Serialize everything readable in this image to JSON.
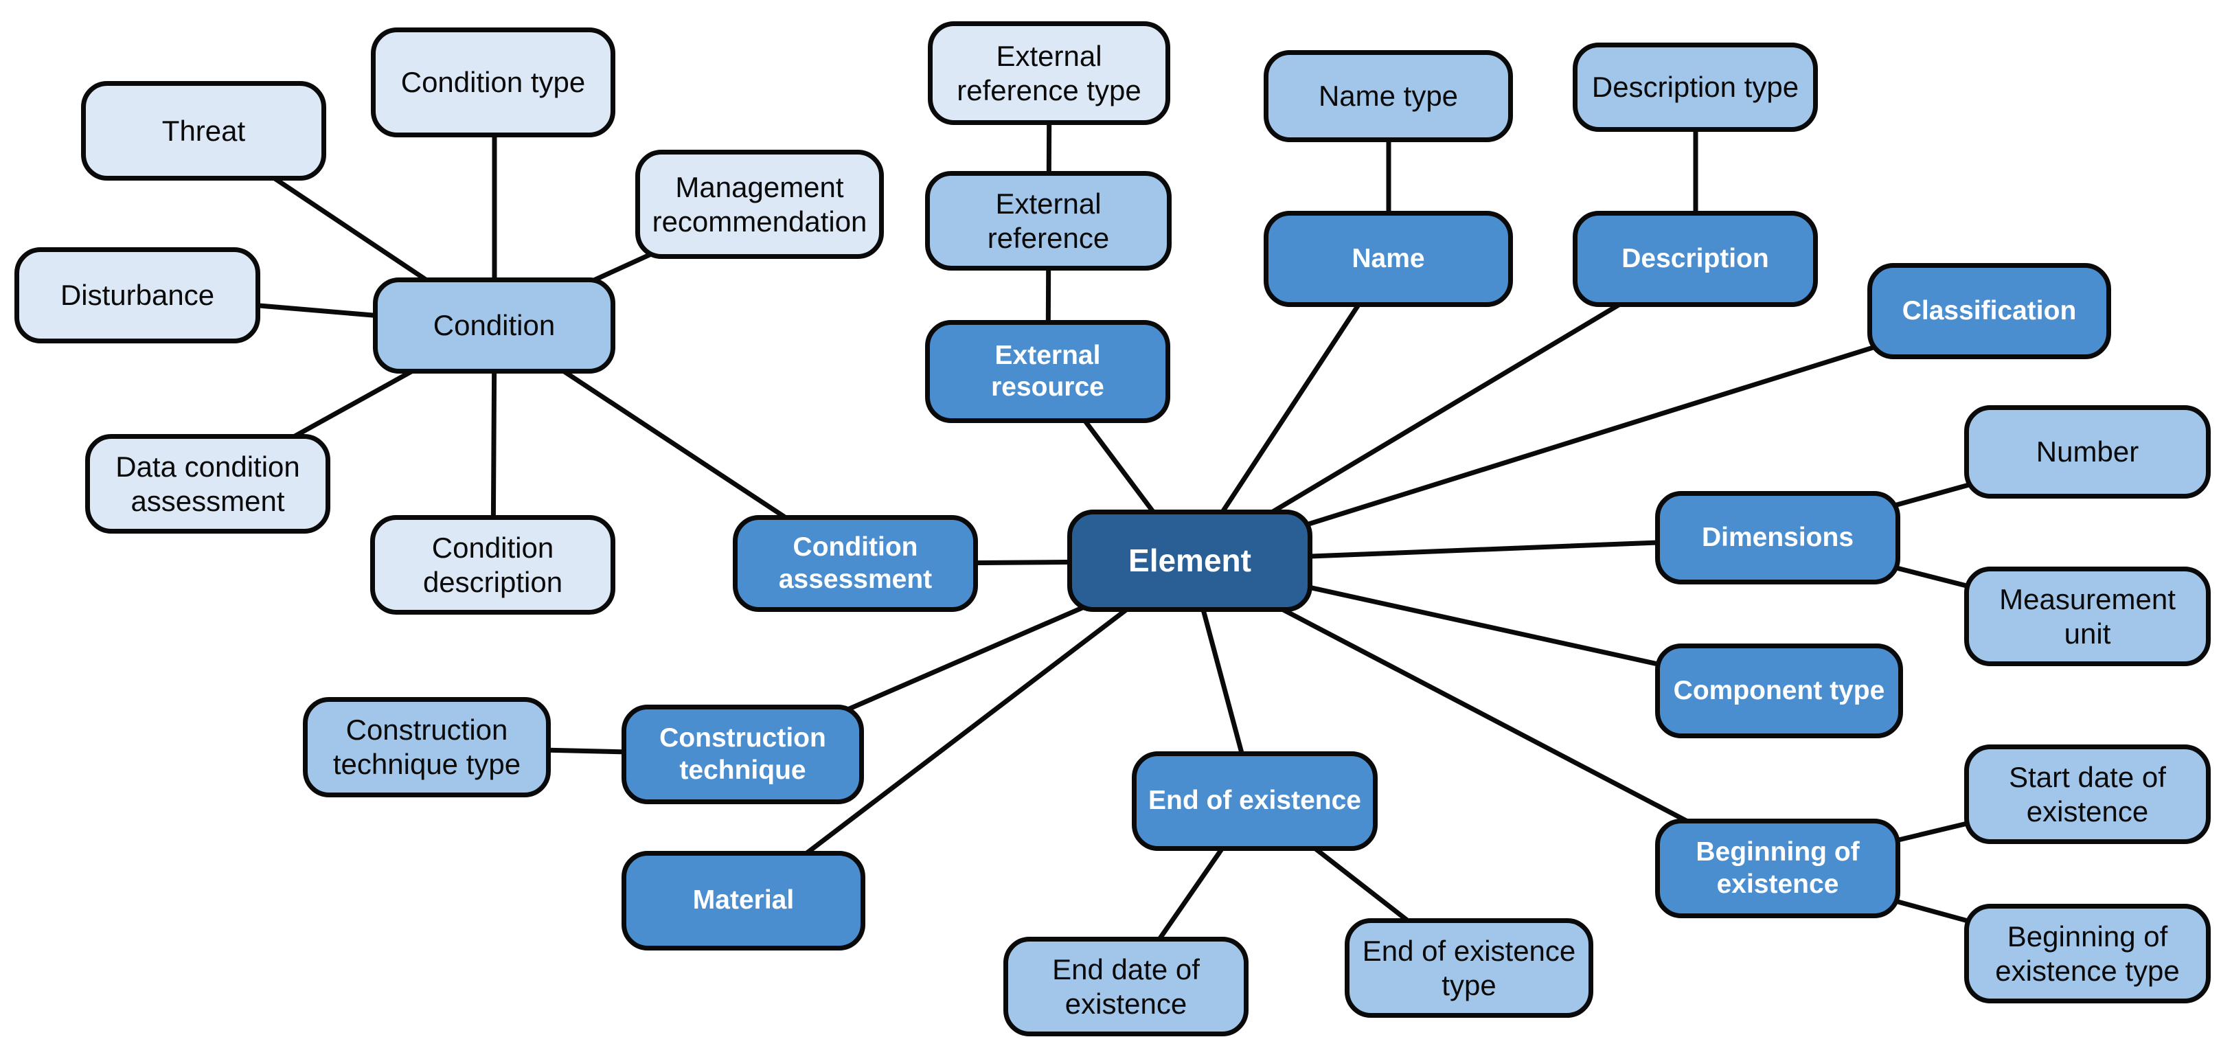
{
  "diagram": {
    "colors": {
      "background": "#ffffff",
      "border": "#0a0a0a",
      "edge": "#0a0a0a",
      "text_dark": "#0a0a0a",
      "text_light": "#ffffff",
      "tier1": "#dce8f6",
      "tier2": "#a2c6e9",
      "tier3": "#4a8ed0",
      "tier4": "#2a5f96"
    },
    "nodes": {
      "threat": {
        "label": "Threat",
        "tier": 1
      },
      "condition_type": {
        "label": "Condition type",
        "tier": 1
      },
      "disturbance": {
        "label": "Disturbance",
        "tier": 1
      },
      "condition": {
        "label": "Condition",
        "tier": 2
      },
      "management_recommendation": {
        "label": "Management recommendation",
        "tier": 1
      },
      "data_condition_assessment": {
        "label": "Data condition assessment",
        "tier": 1
      },
      "condition_description": {
        "label": "Condition description",
        "tier": 1
      },
      "external_reference_type": {
        "label": "External reference type",
        "tier": 1
      },
      "external_reference": {
        "label": "External reference",
        "tier": 2
      },
      "external_resource": {
        "label": "External resource",
        "tier": 3
      },
      "name_type": {
        "label": "Name type",
        "tier": 2
      },
      "name": {
        "label": "Name",
        "tier": 3
      },
      "description_type": {
        "label": "Description type",
        "tier": 2
      },
      "description": {
        "label": "Description",
        "tier": 3
      },
      "classification": {
        "label": "Classification",
        "tier": 3
      },
      "number": {
        "label": "Number",
        "tier": 2
      },
      "dimensions": {
        "label": "Dimensions",
        "tier": 3
      },
      "measurement_unit": {
        "label": "Measurement unit",
        "tier": 2
      },
      "component_type": {
        "label": "Component type",
        "tier": 3
      },
      "beginning_of_existence": {
        "label": "Beginning of existence",
        "tier": 3
      },
      "start_date_of_existence": {
        "label": "Start date of existence",
        "tier": 2
      },
      "beginning_of_existence_type": {
        "label": "Beginning of existence type",
        "tier": 2
      },
      "end_of_existence": {
        "label": "End of existence",
        "tier": 3
      },
      "end_date_of_existence": {
        "label": "End date of existence",
        "tier": 2
      },
      "end_of_existence_type": {
        "label": "End of existence type",
        "tier": 2
      },
      "construction_technique_type": {
        "label": "Construction technique type",
        "tier": 2
      },
      "construction_technique": {
        "label": "Construction technique",
        "tier": 3
      },
      "material": {
        "label": "Material",
        "tier": 3
      },
      "condition_assessment": {
        "label": "Condition assessment",
        "tier": 3
      },
      "element": {
        "label": "Element",
        "tier": 4
      }
    },
    "edges": [
      [
        "threat",
        "condition"
      ],
      [
        "condition_type",
        "condition"
      ],
      [
        "disturbance",
        "condition"
      ],
      [
        "data_condition_assessment",
        "condition"
      ],
      [
        "condition_description",
        "condition"
      ],
      [
        "management_recommendation",
        "condition"
      ],
      [
        "condition",
        "condition_assessment"
      ],
      [
        "condition_assessment",
        "element"
      ],
      [
        "external_reference_type",
        "external_reference"
      ],
      [
        "external_reference",
        "external_resource"
      ],
      [
        "external_resource",
        "element"
      ],
      [
        "name_type",
        "name"
      ],
      [
        "name",
        "element"
      ],
      [
        "description_type",
        "description"
      ],
      [
        "description",
        "element"
      ],
      [
        "classification",
        "element"
      ],
      [
        "dimensions",
        "element"
      ],
      [
        "dimensions",
        "number"
      ],
      [
        "dimensions",
        "measurement_unit"
      ],
      [
        "component_type",
        "element"
      ],
      [
        "beginning_of_existence",
        "element"
      ],
      [
        "beginning_of_existence",
        "start_date_of_existence"
      ],
      [
        "beginning_of_existence",
        "beginning_of_existence_type"
      ],
      [
        "end_of_existence",
        "element"
      ],
      [
        "end_of_existence",
        "end_date_of_existence"
      ],
      [
        "end_of_existence",
        "end_of_existence_type"
      ],
      [
        "construction_technique_type",
        "construction_technique"
      ],
      [
        "construction_technique",
        "element"
      ],
      [
        "material",
        "element"
      ]
    ]
  }
}
